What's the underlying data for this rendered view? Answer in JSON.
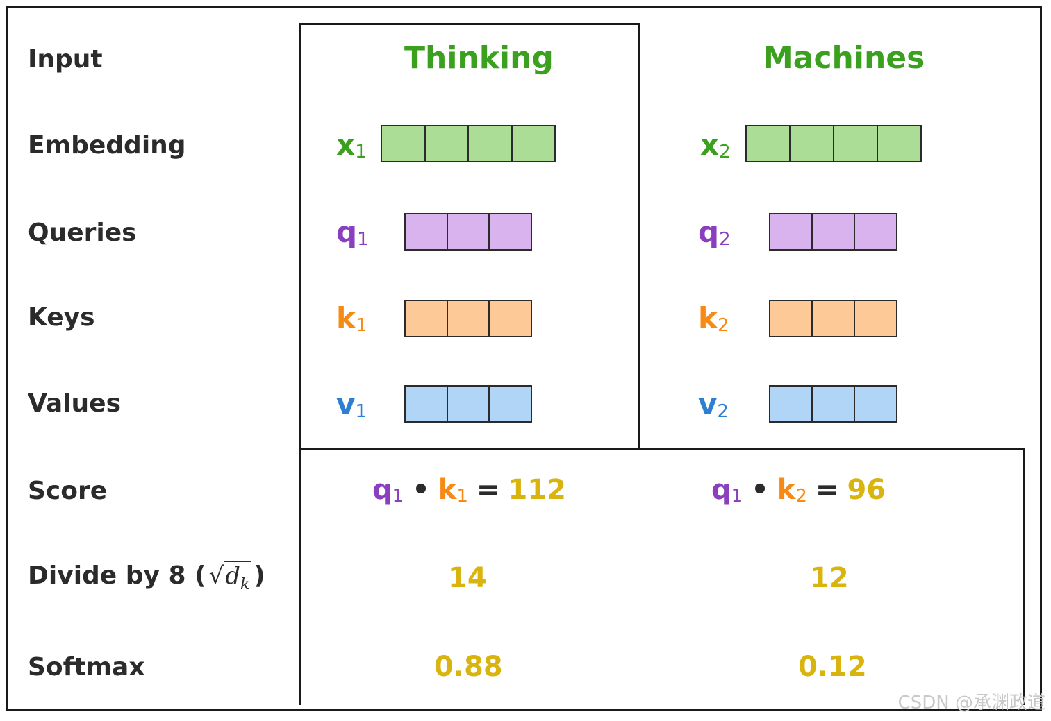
{
  "row_labels": {
    "input": "Input",
    "embedding": "Embedding",
    "queries": "Queries",
    "keys": "Keys",
    "values": "Values",
    "score": "Score",
    "divide_prefix": "Divide by 8 (",
    "divide_sqrt_var": "d",
    "divide_sqrt_sub": "k",
    "divide_suffix": ")",
    "softmax": "Softmax"
  },
  "colors": {
    "green_label": "#3aa01e",
    "green_fill": "#acdd97",
    "purple_label": "#8a3fbe",
    "purple_fill": "#d9b3ee",
    "orange_label": "#f78a14",
    "orange_fill": "#fcc997",
    "blue_label": "#2d7fd0",
    "blue_fill": "#b0d5f6",
    "yellow_value": "#d9b40f",
    "border": "#2b2b2b"
  },
  "columns": [
    {
      "word": "Thinking",
      "x": {
        "base": "x",
        "sub": "1",
        "cells": 4
      },
      "q": {
        "base": "q",
        "sub": "1",
        "cells": 3
      },
      "k": {
        "base": "k",
        "sub": "1",
        "cells": 3
      },
      "v": {
        "base": "v",
        "sub": "1",
        "cells": 3
      },
      "score": {
        "q_base": "q",
        "q_sub": "1",
        "dot": "•",
        "k_base": "k",
        "k_sub": "1",
        "eq": "=",
        "value": "112"
      },
      "divided": "14",
      "softmax": "0.88"
    },
    {
      "word": "Machines",
      "x": {
        "base": "x",
        "sub": "2",
        "cells": 4
      },
      "q": {
        "base": "q",
        "sub": "2",
        "cells": 3
      },
      "k": {
        "base": "k",
        "sub": "2",
        "cells": 3
      },
      "v": {
        "base": "v",
        "sub": "2",
        "cells": 3
      },
      "score": {
        "q_base": "q",
        "q_sub": "1",
        "dot": "•",
        "k_base": "k",
        "k_sub": "2",
        "eq": "=",
        "value": "96"
      },
      "divided": "12",
      "softmax": "0.12"
    }
  ],
  "watermark": "CSDN @承渊政道"
}
